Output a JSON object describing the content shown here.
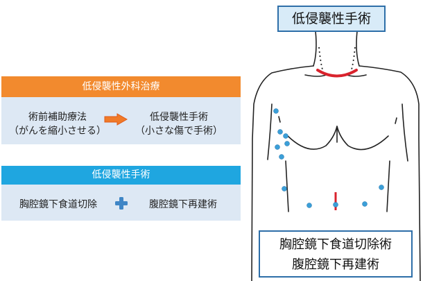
{
  "top_title": "低侵襲性手術",
  "panel1": {
    "header": "低侵襲性外科治療",
    "left_line1": "術前補助療法",
    "left_line2": "（がんを縮小させる）",
    "right_line1": "低侵襲性手術",
    "right_line2": "（小さな傷で手術）",
    "arrow_icon": "right-arrow-icon",
    "arrow_color": "#f07a28"
  },
  "panel2": {
    "header": "低侵襲性手術",
    "left": "胸腔鏡下食道切除",
    "right": "腹腔鏡下再建術",
    "plus_icon": "plus-icon",
    "plus_color": "#3f86c6"
  },
  "callout": {
    "line1": "胸腔鏡下食道切除術",
    "line2": "腹腔鏡下再建術"
  },
  "colors": {
    "header1": "#f28a2e",
    "header2": "#1fa6e0",
    "body_bg": "#dde8f4",
    "port_dot": "#3b9fd8",
    "incision": "#d9232d"
  }
}
